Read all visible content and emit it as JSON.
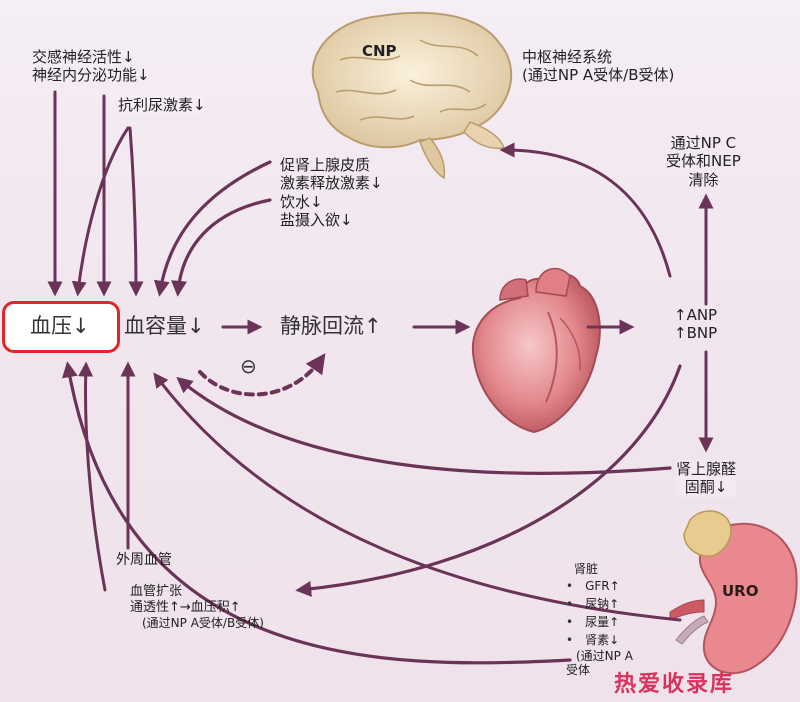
{
  "left_top_labels": [
    "交感神经活性↓",
    "神经内分泌功能↓"
  ],
  "adh_label": "抗利尿激素↓",
  "cnp_label": "CNP",
  "cns_label": [
    "中枢神经系统",
    "(通过NP A受体/B受体)"
  ],
  "hormone_labels": [
    "促肾上腺皮质",
    "激素释放激素↓",
    "饮水↓",
    "盐摄入欲↓"
  ],
  "clearance_labels": [
    "通过NP C",
    "受体和NEP",
    "清除"
  ],
  "bp_label": "血压↓",
  "volume_label": "血容量↓",
  "venous_label": "静脉回流↑",
  "inhibit_symbol": "⊖",
  "peptides": [
    "↑ANP",
    "↑BNP"
  ],
  "aldo_labels": [
    "肾上腺醛",
    "固酮↓"
  ],
  "vessel_title": "外周血管",
  "vessel_labels": [
    "血管扩张",
    "通透性↑→血压积↑",
    "(通过NP A受体/B受体)"
  ],
  "kidney_title": "肾脏",
  "kidney_items": [
    "GFR↑",
    "尿钠↑",
    "尿量↑",
    "肾素↓"
  ],
  "kidney_note": [
    "(通过NP A",
    "受体"
  ],
  "uro_label": "URO",
  "watermark": "热爱收录库",
  "colors": {
    "arrow": "#6b3358",
    "highlight": "#e0262a"
  }
}
